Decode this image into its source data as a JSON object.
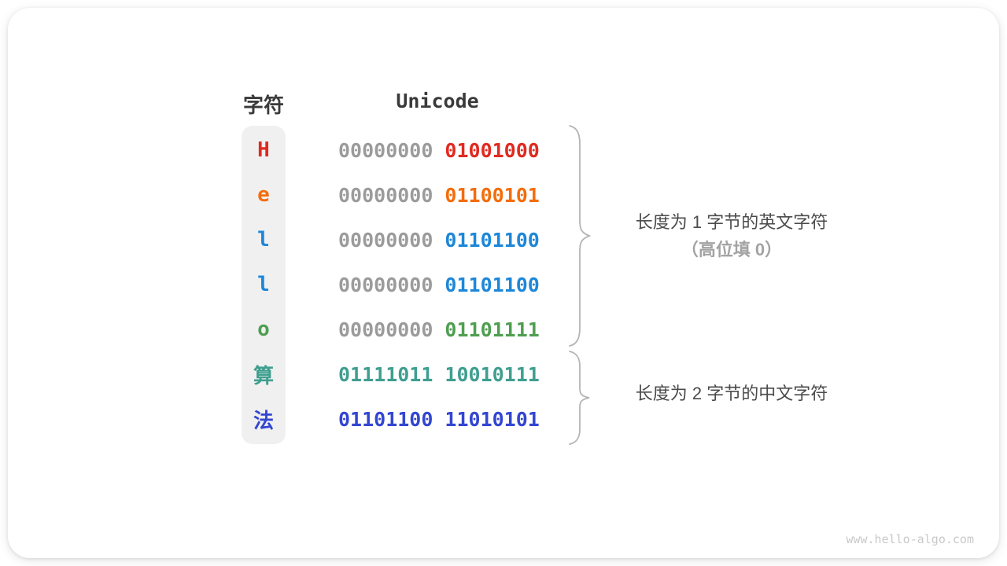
{
  "table": {
    "char_header": "字符",
    "unicode_header": "Unicode",
    "rows": [
      {
        "char": "H",
        "char_color": "#e02a20",
        "bytes": [
          {
            "text": "00000000",
            "color": "#9b9b9b"
          },
          {
            "text": "01001000",
            "color": "#e02a20"
          }
        ]
      },
      {
        "char": "e",
        "char_color": "#f36d0c",
        "bytes": [
          {
            "text": "00000000",
            "color": "#9b9b9b"
          },
          {
            "text": "01100101",
            "color": "#f36d0c"
          }
        ]
      },
      {
        "char": "l",
        "char_color": "#1d87d8",
        "bytes": [
          {
            "text": "00000000",
            "color": "#9b9b9b"
          },
          {
            "text": "01101100",
            "color": "#1d87d8"
          }
        ]
      },
      {
        "char": "l",
        "char_color": "#1d87d8",
        "bytes": [
          {
            "text": "00000000",
            "color": "#9b9b9b"
          },
          {
            "text": "01101100",
            "color": "#1d87d8"
          }
        ]
      },
      {
        "char": "o",
        "char_color": "#4f9e51",
        "bytes": [
          {
            "text": "00000000",
            "color": "#9b9b9b"
          },
          {
            "text": "01101111",
            "color": "#4f9e51"
          }
        ]
      },
      {
        "char": "算",
        "char_color": "#3f9e8f",
        "bytes": [
          {
            "text": "01111011",
            "color": "#3f9e8f"
          },
          {
            "text": "10010111",
            "color": "#3f9e8f"
          }
        ]
      },
      {
        "char": "法",
        "char_color": "#3346d1",
        "bytes": [
          {
            "text": "01101100",
            "color": "#3346d1"
          },
          {
            "text": "11010101",
            "color": "#3346d1"
          }
        ]
      }
    ]
  },
  "annotations": {
    "group1_line1": "长度为 1 字节的英文字符",
    "group1_line2": "（高位填 0）",
    "group2_line1": "长度为 2 字节的中文字符"
  },
  "watermark": "www.hello-algo.com",
  "colors": {
    "binary_padding_gray": "#9b9b9b",
    "brace_gray": "#b4b4b4",
    "pill_background": "#f0f0f0",
    "header_text": "#3a3a3a",
    "annotation_text": "#4b4b4b",
    "annotation_muted": "#a3a3a3"
  }
}
